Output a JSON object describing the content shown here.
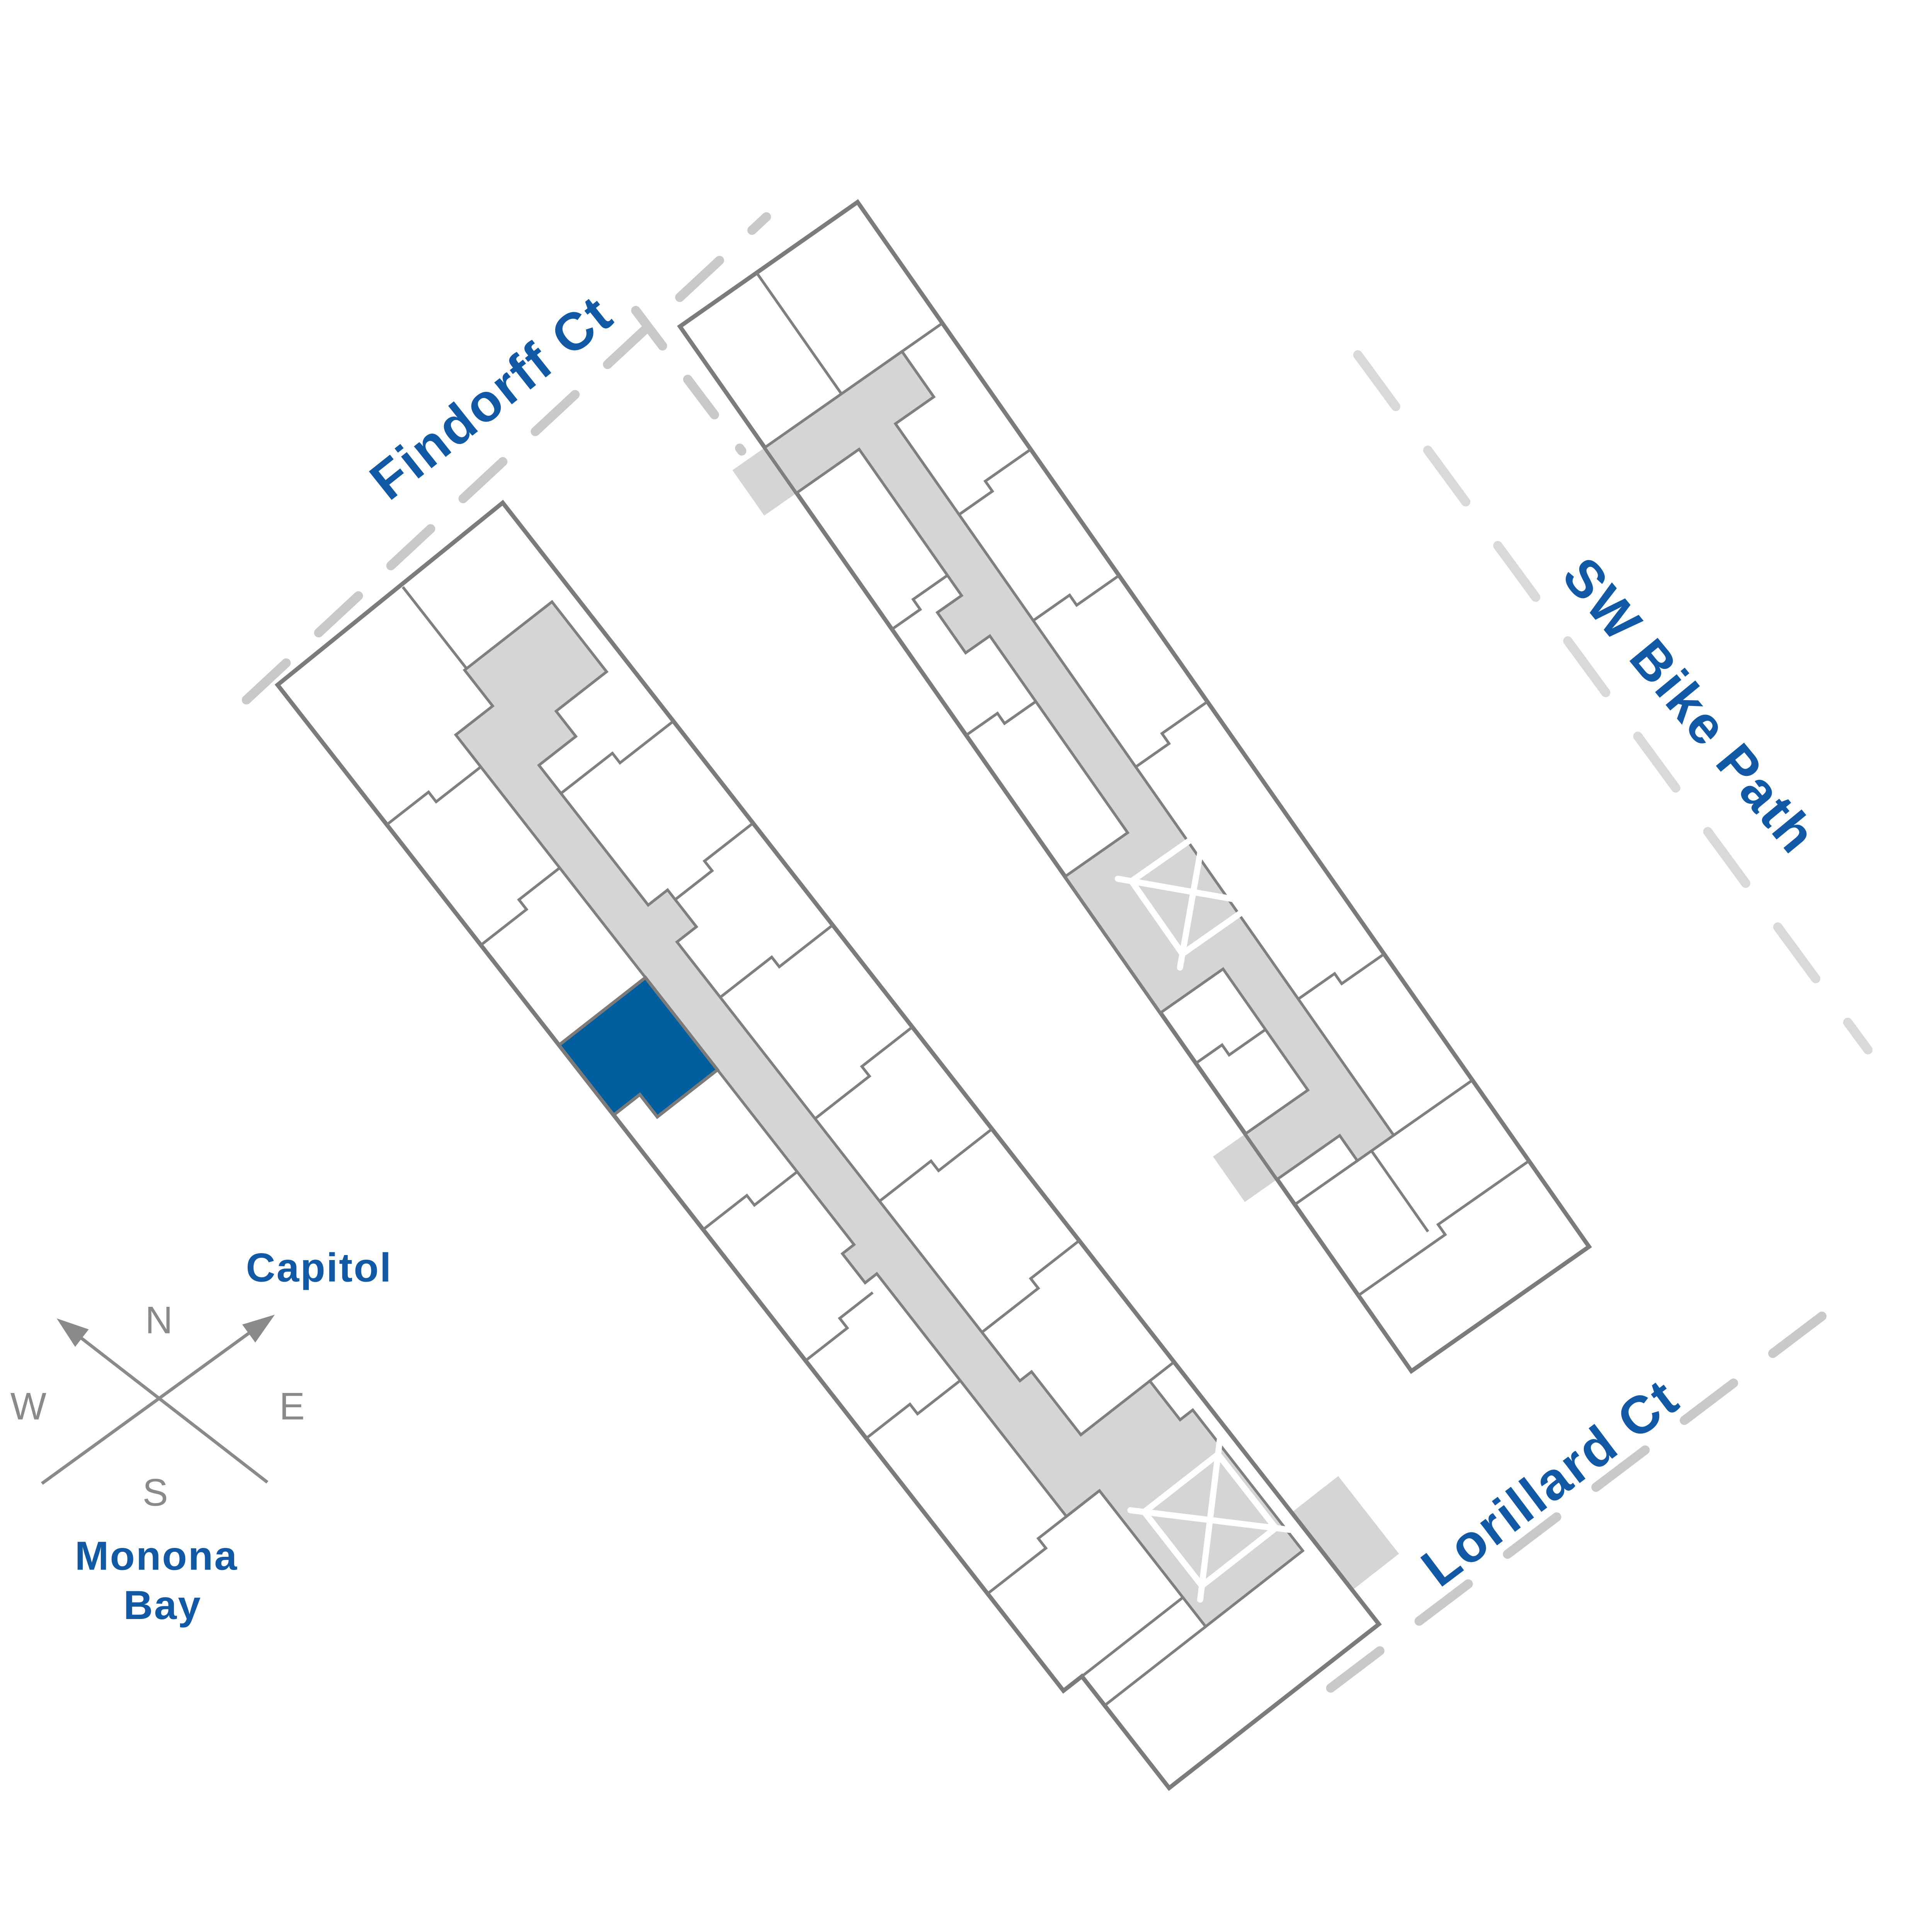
{
  "colors": {
    "highlight_blue": "#005E9F",
    "label_blue": "#1159A5",
    "outline_gray": "#7B7B7B",
    "divider_gray": "#7F7F7F",
    "corridor_gray": "#D5D5D5",
    "compass_gray": "#8A8A8A",
    "street_dash_gray": "#C9C9C9",
    "bike_dash_gray": "#D9D9D9",
    "background": "#FFFFFF"
  },
  "map": {
    "streets": {
      "findorff": "Findorff Ct",
      "sw_bike_path": "SW Bike Path",
      "lorillard": "Lorillard Ct"
    },
    "landmarks": {
      "capitol": "Capitol",
      "monona_bay_line1": "Monona",
      "monona_bay_line2": "Bay"
    },
    "compass": {
      "north": "N",
      "east": "E",
      "south": "S",
      "west": "W"
    }
  }
}
